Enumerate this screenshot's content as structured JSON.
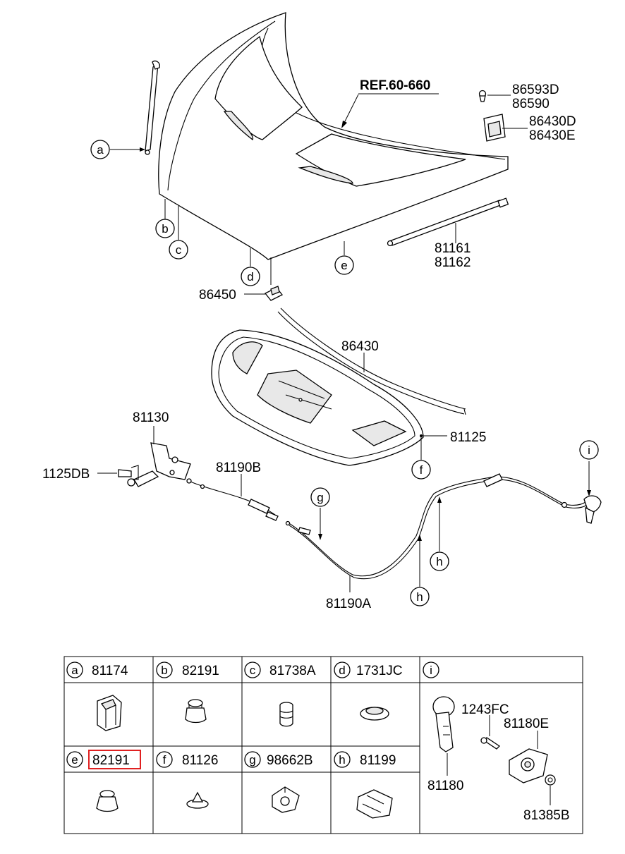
{
  "callouts": {
    "ref": "REF.60-660",
    "p86593D": "86593D",
    "p86590": "86590",
    "p86430D": "86430D",
    "p86430E": "86430E",
    "p81161": "81161",
    "p81162": "81162",
    "p86450": "86450",
    "p86430": "86430",
    "p81130": "81130",
    "p1125DB": "1125DB",
    "p81190B": "81190B",
    "p81125": "81125",
    "p81190A": "81190A"
  },
  "letters": {
    "a": "a",
    "b": "b",
    "c": "c",
    "d": "d",
    "e": "e",
    "f": "f",
    "g": "g",
    "h": "h",
    "i": "i"
  },
  "table": {
    "cells": [
      {
        "letter": "a",
        "part": "81174"
      },
      {
        "letter": "b",
        "part": "82191"
      },
      {
        "letter": "c",
        "part": "81738A"
      },
      {
        "letter": "d",
        "part": "1731JC"
      },
      {
        "letter": "e",
        "part": "82191",
        "highlighted": true
      },
      {
        "letter": "f",
        "part": "81126"
      },
      {
        "letter": "g",
        "part": "98662B"
      },
      {
        "letter": "h",
        "part": "81199"
      }
    ],
    "i_cell": {
      "letter": "i",
      "parts": [
        "1243FC",
        "81180E",
        "81180",
        "81385B"
      ]
    }
  },
  "colors": {
    "highlight": "#e02020",
    "line": "#000000",
    "fill": "#ffffff"
  }
}
